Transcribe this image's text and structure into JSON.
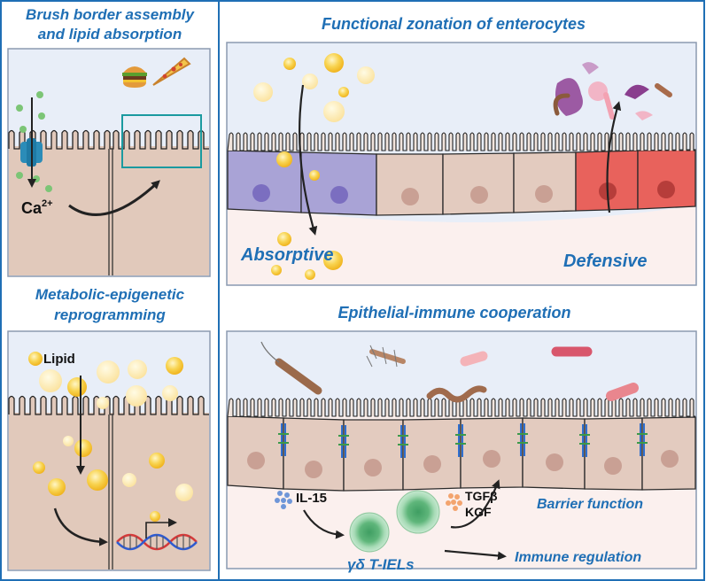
{
  "left_panel": {
    "top_title_line1": "Brush border assembly",
    "top_title_line2": "and lipid absorption",
    "calcium_label": "Ca",
    "calcium_superscript": "2+",
    "bottom_title_line1": "Metabolic-epigenetic",
    "bottom_title_line2": "reprogramming",
    "lipid_label": "Lipid"
  },
  "right_panel": {
    "top_title": "Functional zonation of enterocytes",
    "absorptive_label": "Absorptive",
    "defensive_label": "Defensive",
    "bottom_title": "Epithelial-immune cooperation",
    "il15_label": "IL-15",
    "tgfb_label": "TGFβ",
    "kgf_label": "KGF",
    "barrier_label": "Barrier function",
    "tiel_label": "γδ T-IELs",
    "immune_label": "Immune regulation"
  },
  "colors": {
    "frame_blue": "#1f6fb5",
    "title_blue": "#1f6fb5",
    "absorptive_cell": "#a9a3d6",
    "neutral_cell": "#e3cbbf",
    "defensive_cell": "#e8625c",
    "lipid_droplet": "#f7c431",
    "t_cell": "#7fc794"
  }
}
